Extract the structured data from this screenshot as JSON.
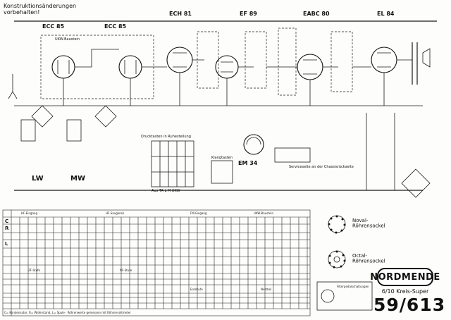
{
  "header": {
    "notice_line1": "Konstruktionsänderungen",
    "notice_line2": "vorbehalten!"
  },
  "tubes": {
    "ecc85_left": "ECC 85",
    "ecc85_right": "ECC 85",
    "ech81": "ECH 81",
    "ef89": "EF 89",
    "eabc80": "EABC 80",
    "el84": "EL 84",
    "em34": "EM 34"
  },
  "bands": {
    "lw": "LW",
    "mw": "MW"
  },
  "labels": {
    "drucktasten": "Drucktasten in Ruhestellung",
    "klangtasten": "Klangtasten",
    "tastenlabels": "Aus TA L M UKW",
    "serviceseite": "Serviceseite an der Chassisrückseite",
    "ukw_baustein": "UKW-Baustein",
    "noval": "Noval-\nRöhrensockel",
    "octal": "Octal-\nRöhrensockel",
    "filter_note": "Filterpedalschaltungen"
  },
  "table": {
    "row_letters": [
      "C",
      "R",
      "L"
    ],
    "section_headers": [
      "HF-Eingang",
      "HF-Saugkreis",
      "FM-Eingang",
      "UKW-Baustein",
      "ZF-Stufe",
      "NF-Stufe",
      "Endstufe",
      "Netzteil"
    ],
    "footer_note": "C= Kondensator, R= Widerstand, L= Spule  ·  Röhrenwerte gemessen mit Röhrenvoltmeter"
  },
  "brand": {
    "name": "NORDMENDE",
    "subtitle": "6/10 Kreis-Super",
    "model": "59/613"
  }
}
